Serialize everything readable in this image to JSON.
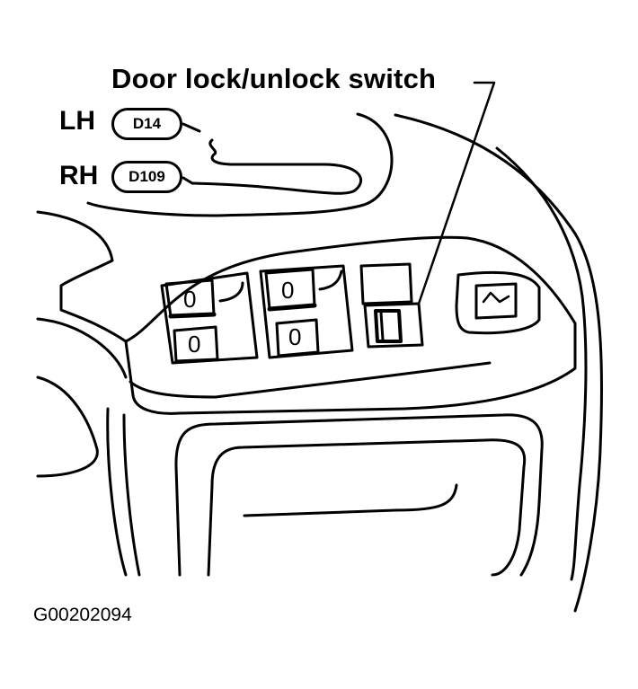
{
  "callout": {
    "title": "Door lock/unlock switch"
  },
  "connectors": [
    {
      "side": "LH",
      "code": "D14"
    },
    {
      "side": "RH",
      "code": "D109"
    }
  ],
  "window_switches": {
    "left_pair": [
      "0",
      "0"
    ],
    "right_pair": [
      "0",
      "0"
    ]
  },
  "figure_id": "G00202094",
  "colors": {
    "ink": "#000000",
    "paper": "#ffffff"
  }
}
